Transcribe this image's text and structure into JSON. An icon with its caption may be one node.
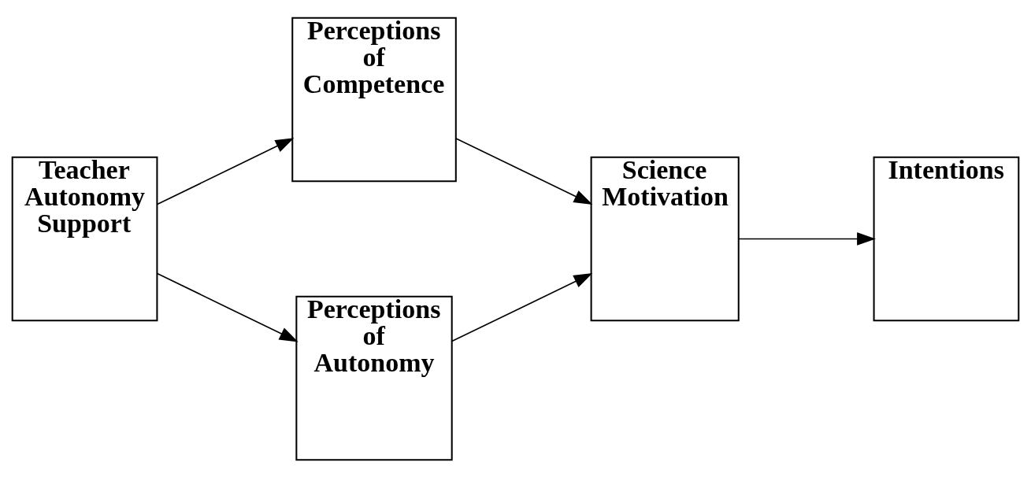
{
  "diagram": {
    "nodes": [
      {
        "text": [
          "Teacher Autonomy Support"
        ]
      },
      {
        "text": [
          "Perceptions of Competence"
        ]
      },
      {
        "text": [
          "Perceptions of Autonomy"
        ]
      },
      {
        "text": [
          "Science Motivation"
        ]
      },
      {
        "text": [
          "Intentions"
        ]
      }
    ],
    "edges": [
      {
        "from": 0,
        "to": 1,
        "arrow": "to"
      },
      {
        "from": 0,
        "to": 2,
        "arrow": "to"
      },
      {
        "from": 1,
        "to": 3,
        "arrow": "to"
      },
      {
        "from": 2,
        "to": 3,
        "arrow": "to"
      },
      {
        "from": 3,
        "to": 4,
        "arrow": "to"
      }
    ]
  }
}
